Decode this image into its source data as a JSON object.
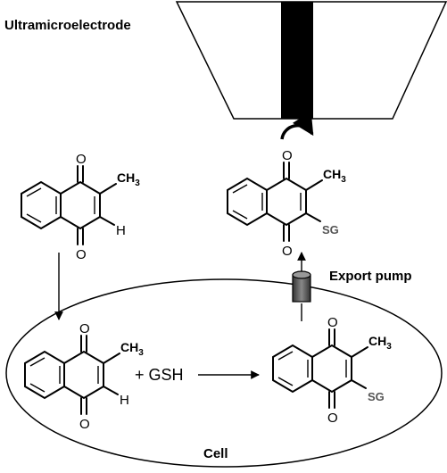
{
  "labels": {
    "electrode": "Ultramicroelectrode",
    "export_pump": "Export pump",
    "cell": "Cell",
    "plus_gsh": "+ GSH"
  },
  "molecules": {
    "menadione_outside": {
      "o_top": "O",
      "o_bottom": "O",
      "methyl": "CH",
      "methyl_sub": "3",
      "substituent": "H"
    },
    "conjugate_outside": {
      "o_top": "O",
      "o_bottom": "O",
      "methyl": "CH",
      "methyl_sub": "3",
      "substituent": "SG"
    },
    "menadione_inside": {
      "o_top": "O",
      "o_bottom": "O",
      "methyl": "CH",
      "methyl_sub": "3",
      "substituent": "H"
    },
    "conjugate_inside": {
      "o_top": "O",
      "o_bottom": "O",
      "methyl": "CH",
      "methyl_sub": "3",
      "substituent": "SG"
    }
  },
  "colors": {
    "ink": "#000000",
    "sg_text": "#555555",
    "pump_body": "#555555"
  }
}
